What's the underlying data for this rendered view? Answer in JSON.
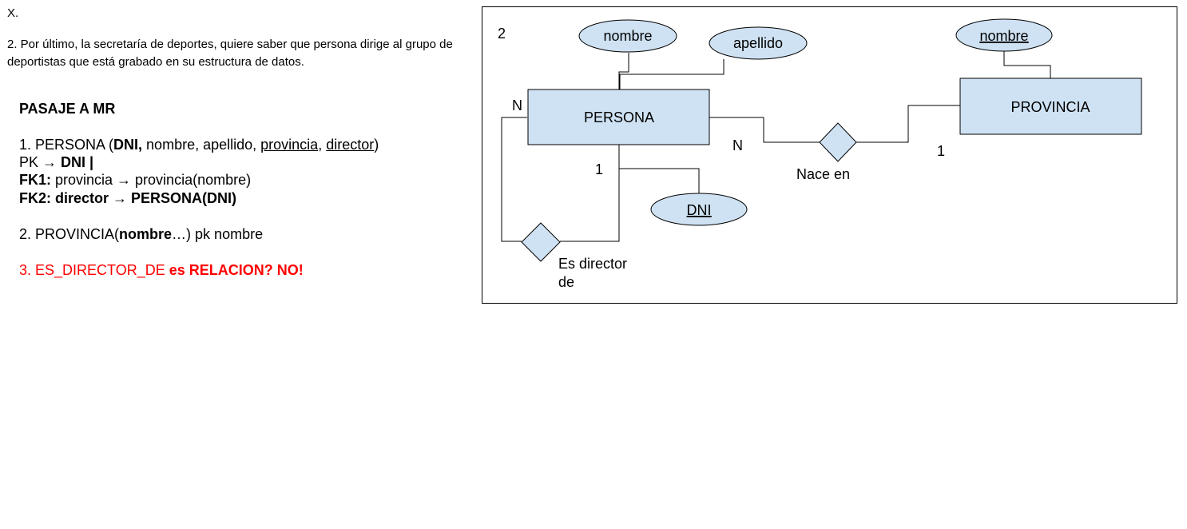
{
  "top_mark": "X.",
  "statement": {
    "line1": "2. Por último, la secretaría de deportes, quiere saber que persona dirige al grupo de",
    "line2": "deportistas que está grabado en su estructura de datos."
  },
  "mr": {
    "title": "PASAJE A MR",
    "persona_line": {
      "prefix": "1. PERSONA (",
      "pk": "DNI,",
      "mid": " nombre, apellido, ",
      "fk1": "provincia",
      "comma": ", ",
      "fk2": "director",
      "close": ")"
    },
    "pk_line": {
      "label": "PK → ",
      "value": "DNI |"
    },
    "fk1_line": {
      "label": "FK1:",
      "value": " provincia → provincia(nombre)"
    },
    "fk2_line": {
      "label": "FK2: director → PERSONA(DNI)"
    },
    "provincia_line": {
      "prefix": "2. PROVINCIA(",
      "key": "nombre",
      "suffix": "…) pk nombre"
    },
    "director_line": {
      "normal": "3. ES_DIRECTOR_DE ",
      "bold": "es RELACION? NO!"
    }
  },
  "diagram": {
    "number": "2",
    "colors": {
      "fill": "#cfe2f3",
      "stroke": "#000000"
    },
    "entities": {
      "persona": "PERSONA",
      "provincia": "PROVINCIA"
    },
    "attributes": {
      "persona_nombre": "nombre",
      "persona_apellido": "apellido",
      "persona_dni": "DNI",
      "provincia_nombre": "nombre"
    },
    "relationships": {
      "nace_en": "Nace en",
      "es_director_line1": "Es director",
      "es_director_line2": "de"
    },
    "cardinalities": {
      "persona_self_n": "N",
      "persona_self_1": "1",
      "persona_nace_n": "N",
      "provincia_nace_1": "1"
    }
  }
}
